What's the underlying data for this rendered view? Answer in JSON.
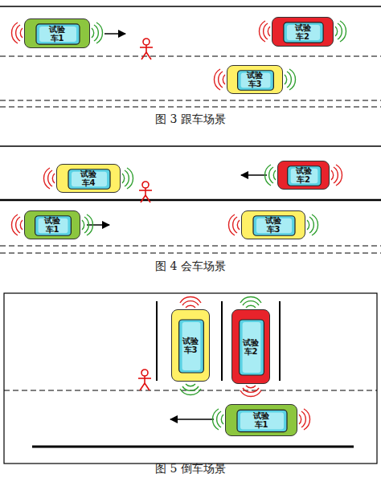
{
  "diagram": {
    "nodes": [
      {
        "text": [
          "试验 车1"
        ]
      },
      {
        "text": [
          "试验 车2"
        ]
      },
      {
        "text": [
          "试验 车3"
        ]
      },
      {
        "text": [
          "试验 车4"
        ]
      },
      {
        "text": [
          "试验 车2"
        ]
      },
      {
        "text": [
          "试验 车1"
        ]
      },
      {
        "text": [
          "试验 车3"
        ]
      },
      {
        "text": [
          "试验 车3"
        ]
      },
      {
        "text": [
          "试验 车2"
        ]
      },
      {
        "text": [
          "试验 车1"
        ]
      }
    ],
    "labels": [
      "图 3 跟车场景",
      "图 4 会车场景",
      "图 5 倒车场景"
    ]
  }
}
